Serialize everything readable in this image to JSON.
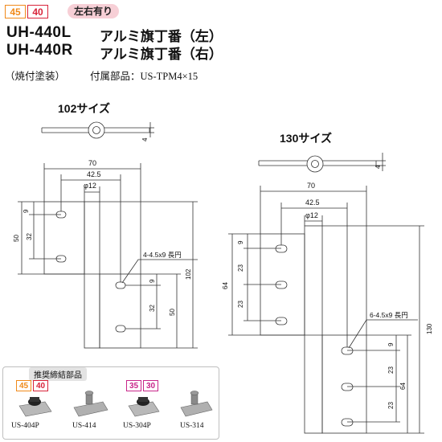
{
  "badges": {
    "b45": "45",
    "b40": "40",
    "lr": "左右有り"
  },
  "products": [
    {
      "model": "UH-440L",
      "name": "アルミ旗丁番（左）"
    },
    {
      "model": "UH-440R",
      "name": "アルミ旗丁番（右）"
    }
  ],
  "finish": "（焼付塗装）",
  "accessory": "付属部品：US-TPM4×15",
  "diagram102": {
    "title": "102サイズ",
    "dims": {
      "d70": "70",
      "d42_5": "42.5",
      "phi12": "φ12",
      "d9a": "9",
      "d32a": "32",
      "d50a": "50",
      "slot": "4-4.5x9 長円",
      "d9b": "9",
      "d32b": "32",
      "d50b": "50",
      "d102": "102",
      "d4": "4"
    }
  },
  "diagram130": {
    "title": "130サイズ",
    "dims": {
      "d70": "70",
      "d42_5": "42.5",
      "phi12": "φ12",
      "d9a": "9",
      "d23a": "23",
      "d23b": "23",
      "d64a": "64",
      "slot": "6-4.5x9 長円",
      "d9b": "9",
      "d23c": "23",
      "d23d": "23",
      "d64b": "64",
      "d130": "130",
      "d4": "4"
    }
  },
  "recommended": {
    "title": "推奨締結部品",
    "group1": {
      "b45": "45",
      "b40": "40",
      "items": [
        "US-404P",
        "US-414"
      ]
    },
    "group2": {
      "b35": "35",
      "b30": "30",
      "items": [
        "US-304P",
        "US-314"
      ]
    }
  },
  "colors": {
    "orange": "#f08a1a",
    "red": "#d8243a",
    "magenta": "#c8268a",
    "pink": "#f7cfd6",
    "line": "#333333"
  }
}
